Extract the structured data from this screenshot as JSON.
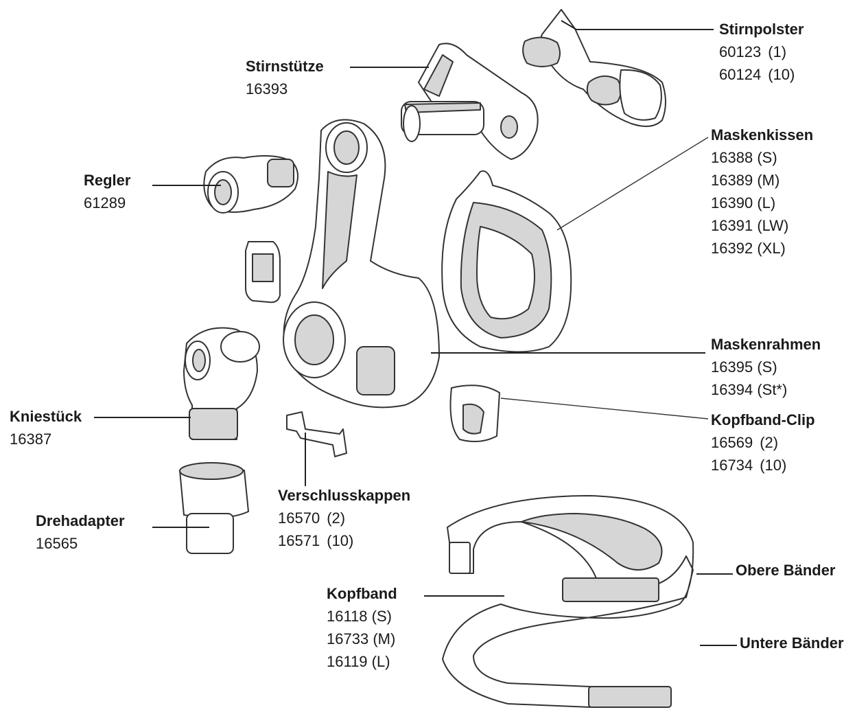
{
  "labels": {
    "stirnpolster": {
      "name": "Stirnpolster",
      "rows": [
        {
          "code": "60123",
          "qty": "(1)"
        },
        {
          "code": "60124",
          "qty": "(10)"
        }
      ]
    },
    "stirnstuetze": {
      "name": "Stirnstütze",
      "rows": [
        {
          "code": "16393",
          "qty": ""
        }
      ]
    },
    "maskenkissen": {
      "name": "Maskenkissen",
      "rows": [
        {
          "code": "16388",
          "qty": "(S)"
        },
        {
          "code": "16389",
          "qty": "(M)"
        },
        {
          "code": "16390",
          "qty": "(L)"
        },
        {
          "code": "16391",
          "qty": "(LW)"
        },
        {
          "code": "16392",
          "qty": "(XL)"
        }
      ]
    },
    "regler": {
      "name": "Regler",
      "rows": [
        {
          "code": "61289",
          "qty": ""
        }
      ]
    },
    "maskenrahmen": {
      "name": "Maskenrahmen",
      "rows": [
        {
          "code": "16395",
          "qty": "(S)"
        },
        {
          "code": "16394",
          "qty": "(St*)"
        }
      ]
    },
    "kniestueck": {
      "name": "Kniestück",
      "rows": [
        {
          "code": "16387",
          "qty": ""
        }
      ]
    },
    "kopfbandclip": {
      "name": "Kopfband-Clip",
      "rows": [
        {
          "code": "16569",
          "qty": "(2)"
        },
        {
          "code": "16734",
          "qty": "(10)"
        }
      ]
    },
    "verschlusskappen": {
      "name": "Verschlusskappen",
      "rows": [
        {
          "code": "16570",
          "qty": "(2)"
        },
        {
          "code": "16571",
          "qty": "(10)"
        }
      ]
    },
    "drehadapter": {
      "name": "Drehadapter",
      "rows": [
        {
          "code": "16565",
          "qty": ""
        }
      ]
    },
    "obere": {
      "name": "Obere Bänder"
    },
    "kopfband": {
      "name": "Kopfband",
      "rows": [
        {
          "code": "16118",
          "qty": "(S)"
        },
        {
          "code": "16733",
          "qty": "(M)"
        },
        {
          "code": "16119",
          "qty": "(L)"
        }
      ]
    },
    "untere": {
      "name": "Untere Bänder"
    }
  }
}
